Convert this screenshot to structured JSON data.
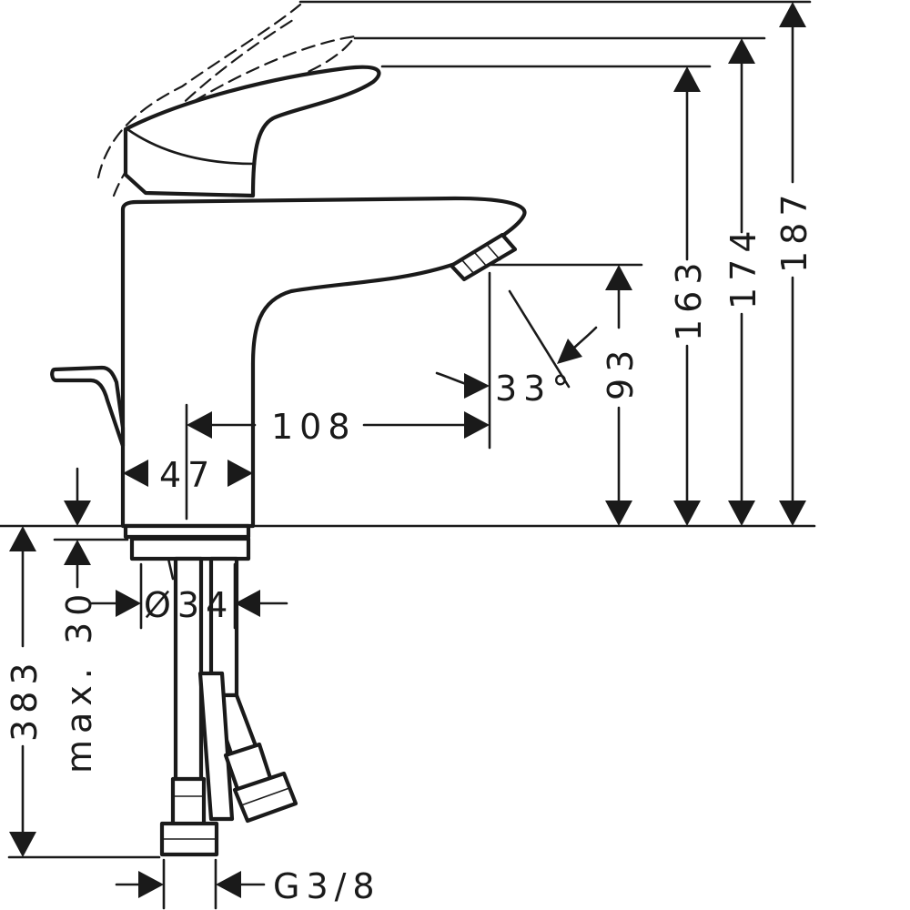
{
  "dimensions": {
    "height_total": "187",
    "height_handle": "174",
    "height_body": "163",
    "height_spout": "93",
    "projection": "108",
    "body_width": "47",
    "spout_angle": "33°",
    "base_diameter": "Ø34",
    "max_counter": "max. 30",
    "hose_length": "383",
    "thread": "G3/8"
  }
}
